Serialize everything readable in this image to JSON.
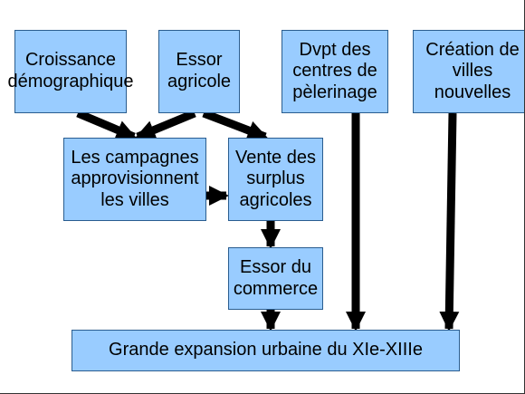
{
  "diagram": {
    "boxes": {
      "croissance": "Croissance\ndémographique",
      "essor_agricole": "Essor\nagricole",
      "dvpt": "Dvpt des\ncentres de\npèlerinage",
      "creation": "Création de\nvilles nouvelles",
      "campagnes": "Les campagnes\napprovisionnent\nles villes",
      "vente": "Vente des\nsurplus\nagricoles",
      "commerce": "Essor du\ncommerce",
      "grande": "Grande expansion urbaine du XIe-XIIIe"
    },
    "colors": {
      "box_fill": "#99ccff",
      "box_border": "#2a5d8f",
      "arrow": "#000000"
    }
  }
}
